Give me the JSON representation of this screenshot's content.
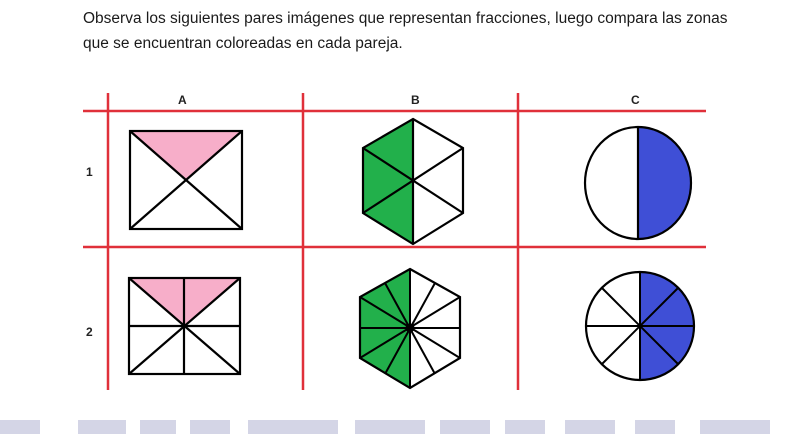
{
  "instructions": "Observa los siguientes pares imágenes que representan fracciones, luego compara las zonas que se encuentran coloreadas en cada pareja.",
  "columns": [
    "A",
    "B",
    "C"
  ],
  "rows": [
    "1",
    "2"
  ],
  "colors": {
    "grid_lines": "#e0303a",
    "pink": "#f7aec9",
    "green": "#22b04b",
    "blue": "#3f4fd6",
    "outline": "#000000"
  },
  "figures": [
    {
      "cell": "A1",
      "shape": "square",
      "parts": 4,
      "shaded": 1
    },
    {
      "cell": "B1",
      "shape": "hexagon",
      "parts": 6,
      "shaded": 3
    },
    {
      "cell": "C1",
      "shape": "circle",
      "parts": 2,
      "shaded": 1
    },
    {
      "cell": "A2",
      "shape": "square",
      "parts": 8,
      "shaded": 2
    },
    {
      "cell": "B2",
      "shape": "hexagon",
      "parts": 12,
      "shaded": 6
    },
    {
      "cell": "C2",
      "shape": "circle",
      "parts": 8,
      "shaded": 4
    }
  ]
}
